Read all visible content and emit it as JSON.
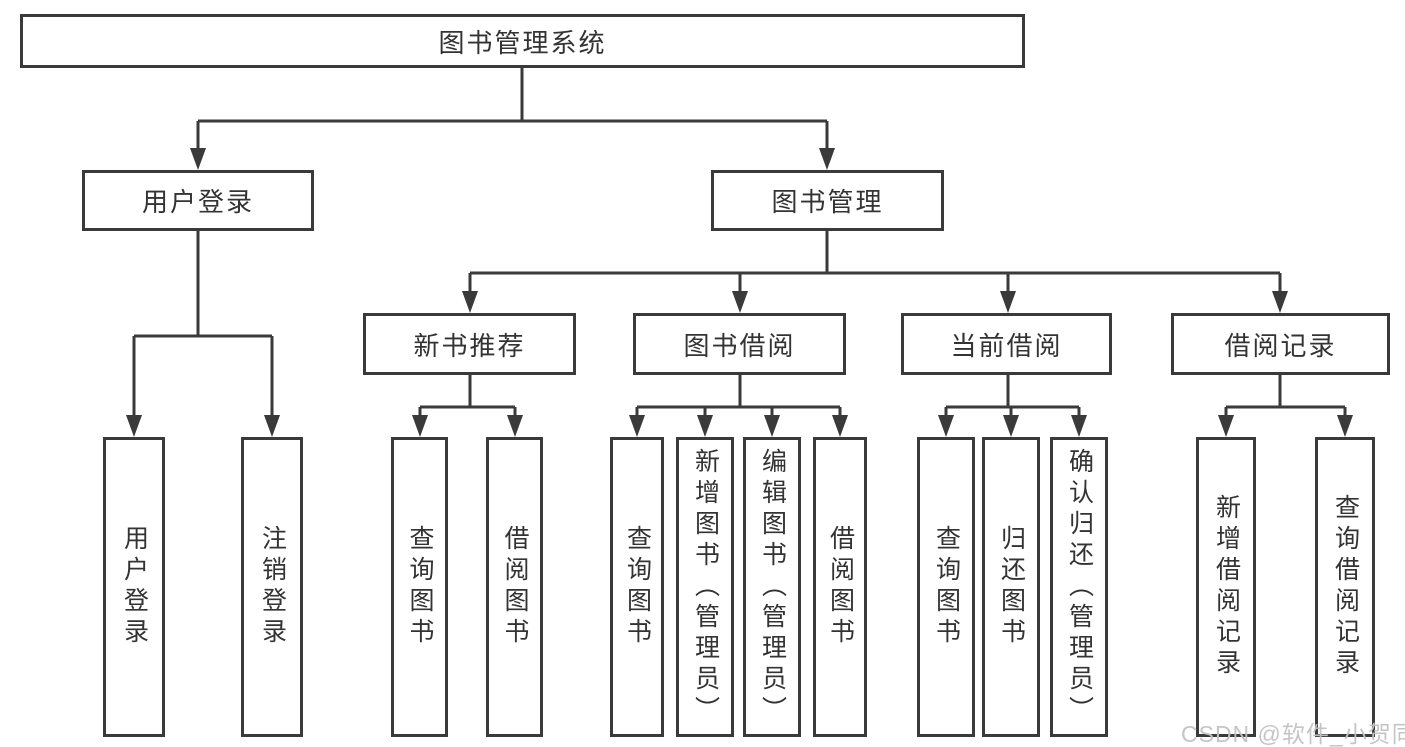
{
  "tree": {
    "label": "图书管理系统",
    "children": [
      {
        "label": "用户登录",
        "children": [
          {
            "label": "用户登录"
          },
          {
            "label": "注销登录"
          }
        ]
      },
      {
        "label": "图书管理",
        "children": [
          {
            "label": "新书推荐",
            "children": [
              {
                "label": "查询图书"
              },
              {
                "label": "借阅图书"
              }
            ]
          },
          {
            "label": "图书借阅",
            "children": [
              {
                "label": "查询图书"
              },
              {
                "label": "新增图书（管理员）"
              },
              {
                "label": "编辑图书（管理员）"
              },
              {
                "label": "借阅图书"
              }
            ]
          },
          {
            "label": "当前借阅",
            "children": [
              {
                "label": "查询图书"
              },
              {
                "label": "归还图书"
              },
              {
                "label": "确认归还（管理员）"
              }
            ]
          },
          {
            "label": "借阅记录",
            "children": [
              {
                "label": "新增借阅记录"
              },
              {
                "label": "查询借阅记录"
              }
            ]
          }
        ]
      }
    ]
  },
  "watermark": {
    "text": "CSDN @软件_小贺同学"
  },
  "colors": {
    "line": "#3a3a3a",
    "text": "#333333",
    "watermark": "#c2c2c2",
    "background": "#ffffff"
  }
}
